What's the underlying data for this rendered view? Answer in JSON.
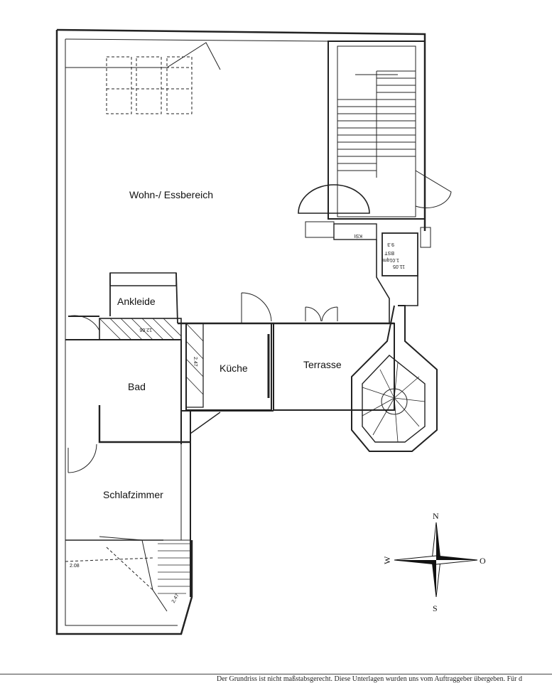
{
  "rooms": {
    "living": "Wohn-/ Essbereich",
    "dressing": "Ankleide",
    "kitchen": "Küche",
    "terrace": "Terrasse",
    "bath": "Bad",
    "bedroom": "Schlafzimmer"
  },
  "dimensions": {
    "dressing_shelf": "12.06",
    "kitchen_side": "2.47",
    "bedroom_height": "2.08",
    "stair_note": "2.47"
  },
  "stair_labels": {
    "label1": "11.05",
    "label2": "1.01qm",
    "label3": "BST",
    "label4": "9.3",
    "label5": "KSt"
  },
  "compass": {
    "north": "N",
    "south": "S",
    "west": "W",
    "east": "O"
  },
  "footer": "Der Grundriss ist nicht maßstabsgerecht. Diese Unterlagen wurden uns vom Auftraggeber übergeben. Für d"
}
